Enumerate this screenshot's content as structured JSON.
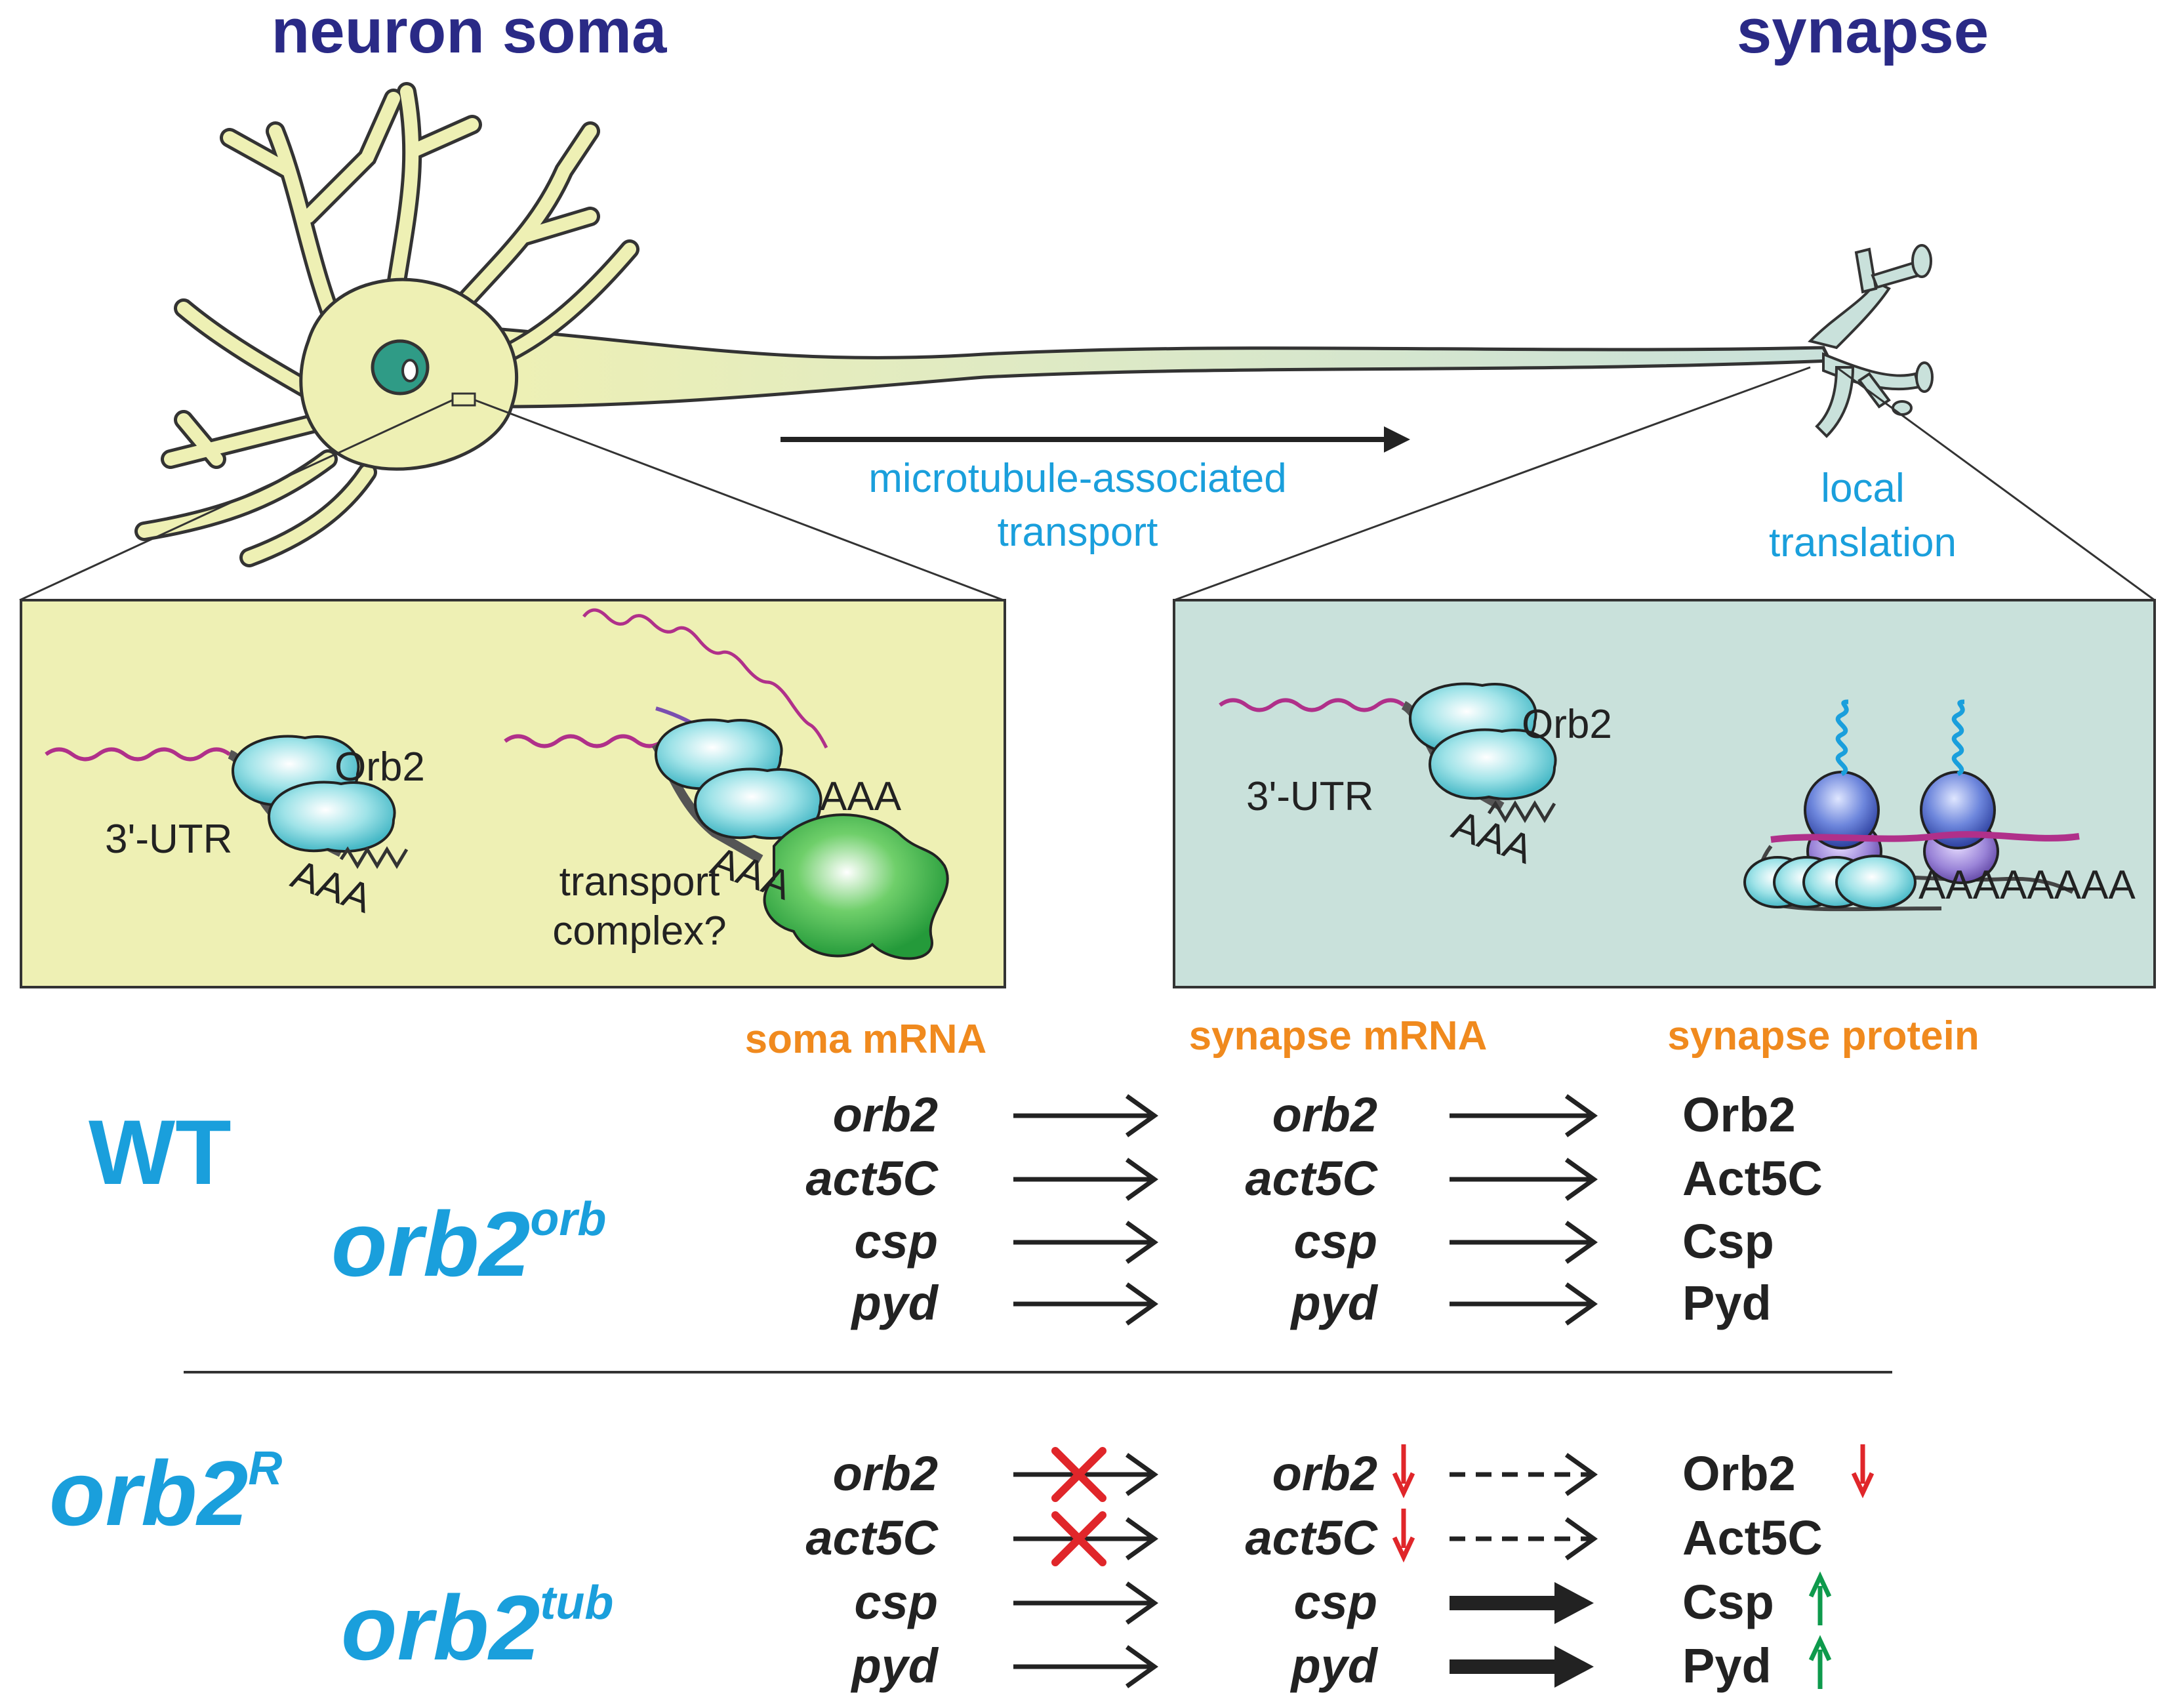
{
  "titles": {
    "soma": "neuron soma",
    "synapse": "synapse"
  },
  "transport_label": [
    "microtubule-associated",
    "transport"
  ],
  "translation_label": [
    "local",
    "translation"
  ],
  "left_box": {
    "orb2": "Orb2",
    "utr": "3'-UTR",
    "aaa1": "AAA",
    "aaa2": "AAA",
    "aaa3": "AAA",
    "complex": [
      "transport",
      "complex?"
    ]
  },
  "right_box": {
    "orb2": "Orb2",
    "utr": "3'-UTR",
    "aaa": "AAA",
    "polya": "AAAAAAAA"
  },
  "table": {
    "headers": {
      "soma": "soma mRNA",
      "synapse_mrna": "synapse mRNA",
      "synapse_protein": "synapse protein"
    },
    "genotypes": {
      "wt": "WT",
      "orb_base": "orb2",
      "orb_sup": "orb",
      "r_base": "orb2",
      "r_sup": "R",
      "tub_base": "orb2",
      "tub_sup": "tub"
    },
    "wt_rows": [
      {
        "soma": "orb2",
        "synapse": "orb2",
        "protein": "Orb2"
      },
      {
        "soma": "act5C",
        "synapse": "act5C",
        "protein": "Act5C"
      },
      {
        "soma": "csp",
        "synapse": "csp",
        "protein": "Csp"
      },
      {
        "soma": "pyd",
        "synapse": "pyd",
        "protein": "Pyd"
      }
    ],
    "mut_rows": [
      {
        "soma": "orb2",
        "synapse": "orb2",
        "protein": "Orb2",
        "transport": "blocked",
        "translation": "dashed",
        "synapse_change": "down",
        "protein_change": "down"
      },
      {
        "soma": "act5C",
        "synapse": "act5C",
        "protein": "Act5C",
        "transport": "blocked",
        "translation": "dashed",
        "synapse_change": "down",
        "protein_change": "none"
      },
      {
        "soma": "csp",
        "synapse": "csp",
        "protein": "Csp",
        "transport": "normal",
        "translation": "thick",
        "synapse_change": "none",
        "protein_change": "up"
      },
      {
        "soma": "pyd",
        "synapse": "pyd",
        "protein": "Pyd",
        "transport": "normal",
        "translation": "thick",
        "synapse_change": "none",
        "protein_change": "up"
      }
    ]
  },
  "colors": {
    "soma_fill": "#eef0b4",
    "synapse_fill": "#c9e1db",
    "nucleus": "#2f9b86",
    "title": "#2a2a86",
    "accent_blue": "#1a9fdc",
    "header_orange": "#f08a1e",
    "down_red": "#e0262a",
    "up_green": "#0e9a4c",
    "mrna_magenta": "#b0308a",
    "protein_cyan": "#7fd6de",
    "complex_green": "#3aaa45",
    "ribosome_blue": "#5a6fd0"
  }
}
